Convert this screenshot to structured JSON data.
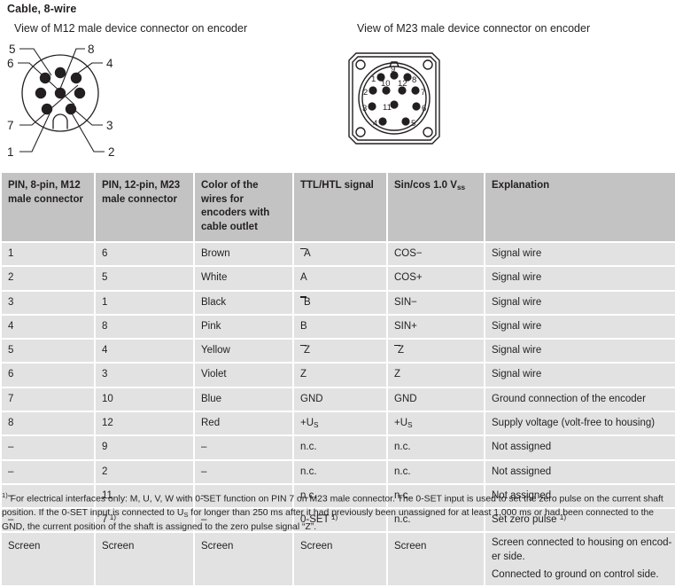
{
  "section": {
    "title": "Cable, 8-wire"
  },
  "diagrams": {
    "m12": {
      "caption": "View of M12 male device connector on encoder",
      "connector_type": "M12",
      "pin_count": 8,
      "pin_labels": [
        "1",
        "2",
        "3",
        "4",
        "5",
        "6",
        "7",
        "8"
      ]
    },
    "m23": {
      "caption": "View of M23 male device connector on encoder",
      "connector_type": "M23",
      "pin_count": 12,
      "pin_labels": [
        "1",
        "2",
        "3",
        "4",
        "5",
        "6",
        "7",
        "8",
        "9",
        "10",
        "11",
        "12"
      ]
    }
  },
  "table": {
    "headers": [
      "PIN, 8-pin, M12 male connector",
      "PIN, 12-pin, M23 male connector",
      "Color of the wires for encoders with cable outlet",
      "TTL/HTL signal",
      "Sin/cos 1.0 V",
      "Explanation"
    ],
    "header_sin_cos_subscript": "ss",
    "rows": [
      {
        "m12": "1",
        "m23": "6",
        "color": "Brown",
        "ttl": "A",
        "ttl_neg": true,
        "sincos": "COS−",
        "sincos_neg": false,
        "explanation": [
          "Signal wire"
        ]
      },
      {
        "m12": "2",
        "m23": "5",
        "color": "White",
        "ttl": "A",
        "ttl_neg": false,
        "sincos": "COS+",
        "sincos_neg": false,
        "explanation": [
          "Signal wire"
        ]
      },
      {
        "m12": "3",
        "m23": "1",
        "color": "Black",
        "ttl": "B",
        "ttl_neg": true,
        "sincos": "SIN−",
        "sincos_neg": false,
        "explanation": [
          "Signal wire"
        ]
      },
      {
        "m12": "4",
        "m23": "8",
        "color": "Pink",
        "ttl": "B",
        "ttl_neg": false,
        "sincos": "SIN+",
        "sincos_neg": false,
        "explanation": [
          "Signal wire"
        ]
      },
      {
        "m12": "5",
        "m23": "4",
        "color": "Yellow",
        "ttl": "Z",
        "ttl_neg": true,
        "sincos": "Z",
        "sincos_neg": true,
        "explanation": [
          "Signal wire"
        ]
      },
      {
        "m12": "6",
        "m23": "3",
        "color": "Violet",
        "ttl": "Z",
        "ttl_neg": false,
        "sincos": "Z",
        "sincos_neg": false,
        "explanation": [
          "Signal wire"
        ]
      },
      {
        "m12": "7",
        "m23": "10",
        "color": "Blue",
        "ttl": "GND",
        "ttl_neg": false,
        "sincos": "GND",
        "sincos_neg": false,
        "explanation": [
          "Ground connection of the encoder"
        ]
      },
      {
        "m12": "8",
        "m23": "12",
        "color": "Red",
        "ttl": "+U",
        "ttl_neg": false,
        "ttl_sub": "S",
        "sincos": "+U",
        "sincos_sub": "S",
        "sincos_neg": false,
        "explanation": [
          "Supply voltage (volt-free to housing)"
        ]
      },
      {
        "m12": "–",
        "m23": "9",
        "color": "–",
        "ttl": "n.c.",
        "ttl_neg": false,
        "sincos": "n.c.",
        "sincos_neg": false,
        "explanation": [
          "Not assigned"
        ]
      },
      {
        "m12": "–",
        "m23": "2",
        "color": "–",
        "ttl": "n.c.",
        "ttl_neg": false,
        "sincos": "n.c.",
        "sincos_neg": false,
        "explanation": [
          "Not assigned"
        ]
      },
      {
        "m12": "–",
        "m23": "11",
        "color": "–",
        "ttl": "n.c.",
        "ttl_neg": false,
        "sincos": "n.c.",
        "sincos_neg": false,
        "explanation": [
          "Not assigned"
        ]
      },
      {
        "m12": "–",
        "m23": "7",
        "m23_sup": "1)",
        "color": "–",
        "ttl": "0-SET",
        "ttl_sup": "1)",
        "ttl_neg": false,
        "sincos": "n.c.",
        "sincos_neg": false,
        "explanation": [
          "Set zero pulse "
        ],
        "explanation_sup": "1)"
      },
      {
        "m12": "Screen",
        "m23": "Screen",
        "color": "Screen",
        "ttl": "Screen",
        "ttl_neg": false,
        "sincos": "Screen",
        "sincos_neg": false,
        "explanation": [
          "Screen connected to housing on encod-er side.",
          "Connected to ground on control side."
        ],
        "is_screen": true
      }
    ]
  },
  "footnote": {
    "marker": "1)",
    "text": "For electrical interfaces only: M, U, V, W with 0-SET function on PIN 7 on M23 male connector. The 0-SET input is used to set the zero pulse on the current shaft position. If the 0-SET input is connected to U",
    "sub1": "S",
    "text2": " for longer than 250 ms after it had previously been unassigned for at least 1,000 ms or had been connected to the GND, the current position of the shaft is assigned to the zero pulse signal “Z”."
  },
  "colors": {
    "header_bg": "#c3c3c3",
    "cell_bg": "#e2e2e2",
    "text": "#231f20",
    "line": "#231f20"
  }
}
